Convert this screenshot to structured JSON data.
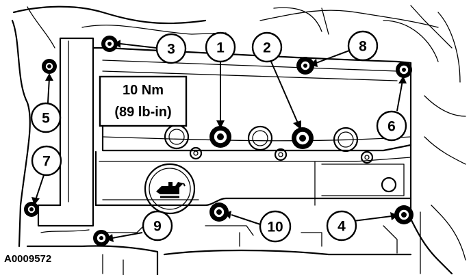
{
  "torque_spec": {
    "line1": "10 Nm",
    "line2": "(89 lb-in)"
  },
  "figure_id": "A0009572",
  "callouts": [
    {
      "number": "1"
    },
    {
      "number": "2"
    },
    {
      "number": "3"
    },
    {
      "number": "4"
    },
    {
      "number": "5"
    },
    {
      "number": "6"
    },
    {
      "number": "7"
    },
    {
      "number": "8"
    },
    {
      "number": "9"
    },
    {
      "number": "10"
    }
  ],
  "icons": [
    "oil-can-icon"
  ]
}
